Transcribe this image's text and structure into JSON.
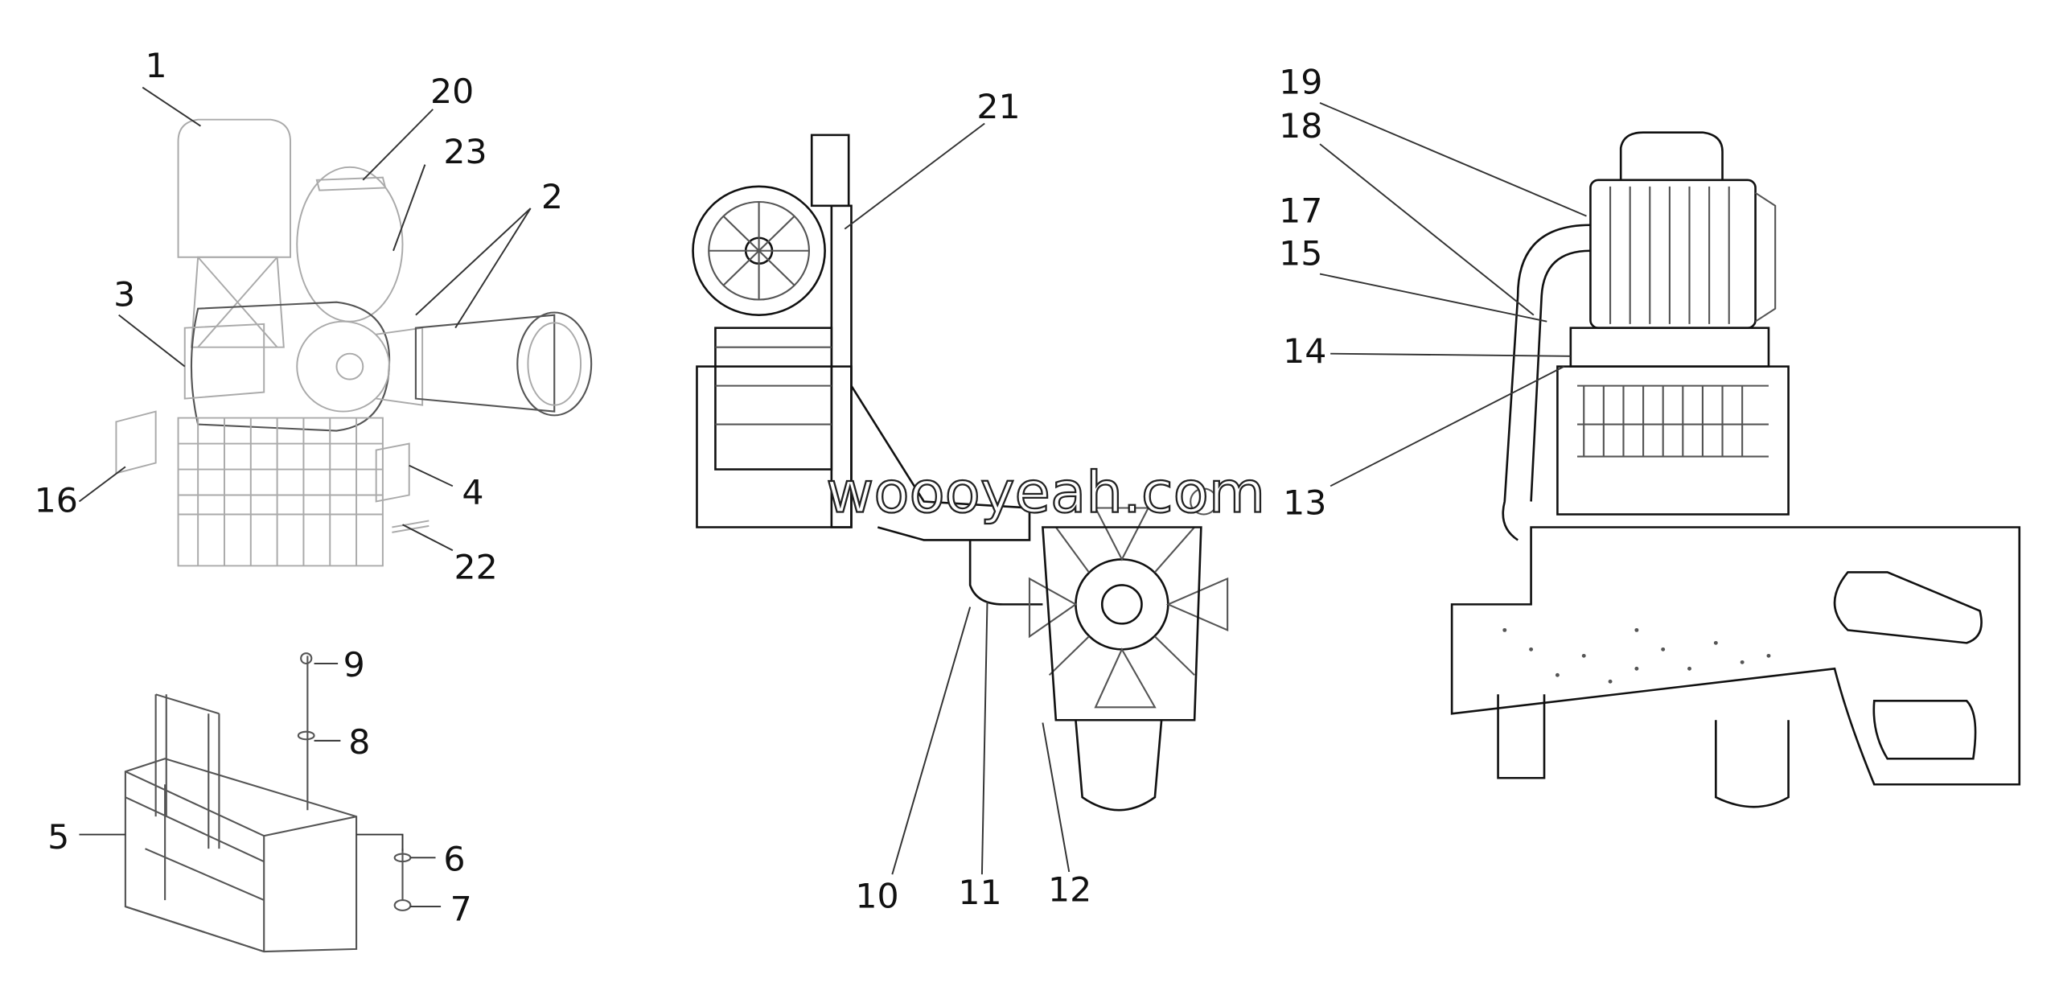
{
  "diagram": {
    "watermark": "woooyeah.com",
    "callouts": {
      "c1": "1",
      "c2": "2",
      "c3": "3",
      "c4": "4",
      "c5": "5",
      "c6": "6",
      "c7": "7",
      "c8": "8",
      "c9": "9",
      "c10": "10",
      "c11": "11",
      "c12": "12",
      "c13": "13",
      "c14": "14",
      "c15": "15",
      "c16": "16",
      "c17": "17",
      "c18": "18",
      "c19": "19",
      "c20": "20",
      "c21": "21",
      "c22": "22",
      "c23": "23"
    }
  }
}
